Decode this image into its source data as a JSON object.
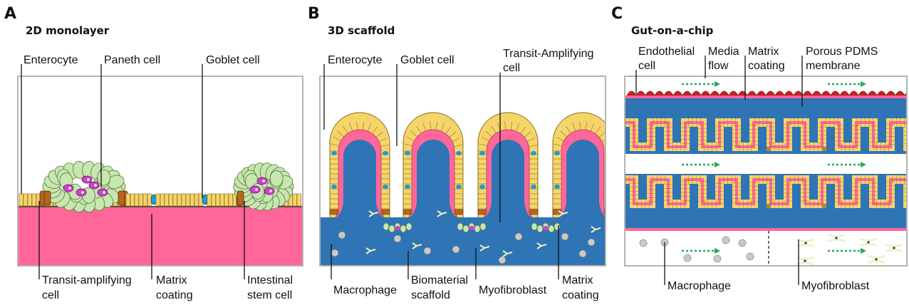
{
  "colors": {
    "matrix": "#ff6699",
    "scaffold": "#2f74b5",
    "cell_fill": "#f5d56a",
    "cell_stroke": "#8a6d1a",
    "crypt_cell": "#c8e6b0",
    "paneth": "#cc44cc",
    "goblet": "#1f9ad6",
    "stem": "#b5651d",
    "endothelial": "#cc2222",
    "flow_arrow": "#22aa55",
    "frame": "#b5b5b5"
  },
  "panel_a": {
    "letter": "A",
    "title": "2D monolayer",
    "labels": {
      "enterocyte": "Enterocyte",
      "paneth": "Paneth cell",
      "goblet": "Goblet cell",
      "ta_1": "Transit-amplifying",
      "ta_2": "cell",
      "matrix_1": "Matrix",
      "matrix_2": "coating",
      "stem_1": "Intestinal",
      "stem_2": "stem cell"
    }
  },
  "panel_b": {
    "letter": "B",
    "title": "3D scaffold",
    "labels": {
      "enterocyte": "Enterocyte",
      "goblet": "Goblet cell",
      "ta_1": "Transit-Amplifying",
      "ta_2": "cell",
      "macrophage": "Macrophage",
      "scaffold_1": "Biomaterial",
      "scaffold_2": "scaffold",
      "myofibroblast": "Myofibroblast",
      "matrix_1": "Matrix",
      "matrix_2": "coating"
    }
  },
  "panel_c": {
    "letter": "C",
    "title": "Gut-on-a-chip",
    "labels": {
      "endothelial_1": "Endothelial",
      "endothelial_2": "cell",
      "media_1": "Media",
      "media_2": "flow",
      "matrix_1": "Matrix",
      "matrix_2": "coating",
      "pdms_1": "Porous PDMS",
      "pdms_2": "membrane",
      "macrophage": "Macrophage",
      "myofibroblast": "Myofibroblast"
    }
  }
}
